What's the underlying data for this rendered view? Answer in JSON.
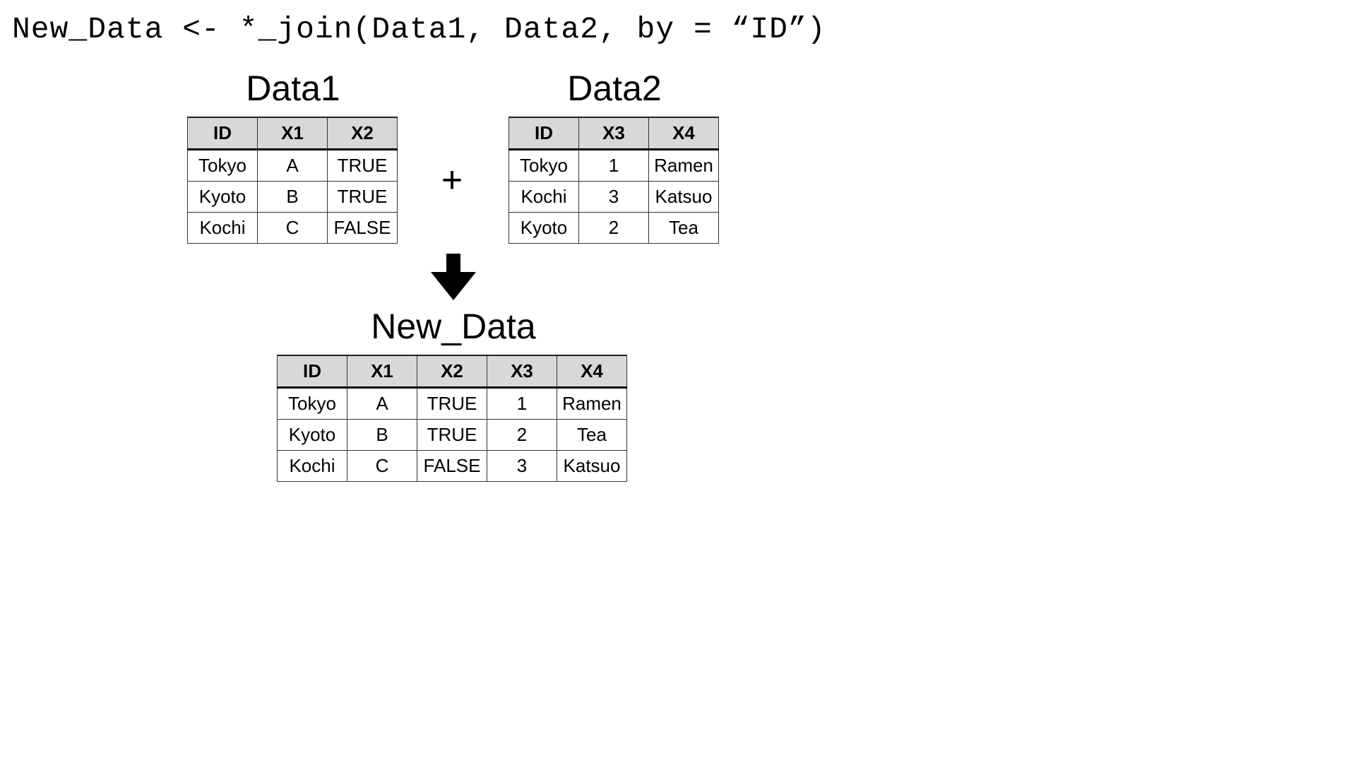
{
  "code": "New_Data <- *_join(Data1, Data2, by = “ID”)",
  "plus_symbol": "+",
  "tables": {
    "data1": {
      "title": "Data1",
      "headers": [
        "ID",
        "X1",
        "X2"
      ],
      "rows": [
        [
          "Tokyo",
          "A",
          "TRUE"
        ],
        [
          "Kyoto",
          "B",
          "TRUE"
        ],
        [
          "Kochi",
          "C",
          "FALSE"
        ]
      ]
    },
    "data2": {
      "title": "Data2",
      "headers": [
        "ID",
        "X3",
        "X4"
      ],
      "rows": [
        [
          "Tokyo",
          "1",
          "Ramen"
        ],
        [
          "Kochi",
          "3",
          "Katsuo"
        ],
        [
          "Kyoto",
          "2",
          "Tea"
        ]
      ]
    },
    "new_data": {
      "title": "New_Data",
      "headers": [
        "ID",
        "X1",
        "X2",
        "X3",
        "X4"
      ],
      "rows": [
        [
          "Tokyo",
          "A",
          "TRUE",
          "1",
          "Ramen"
        ],
        [
          "Kyoto",
          "B",
          "TRUE",
          "2",
          "Tea"
        ],
        [
          "Kochi",
          "C",
          "FALSE",
          "3",
          "Katsuo"
        ]
      ]
    }
  },
  "icons": {
    "arrow": "down-arrow-icon",
    "arrow_color": "#000000"
  },
  "colors": {
    "header_bg": "#d8d8d8",
    "border": "#333333"
  }
}
